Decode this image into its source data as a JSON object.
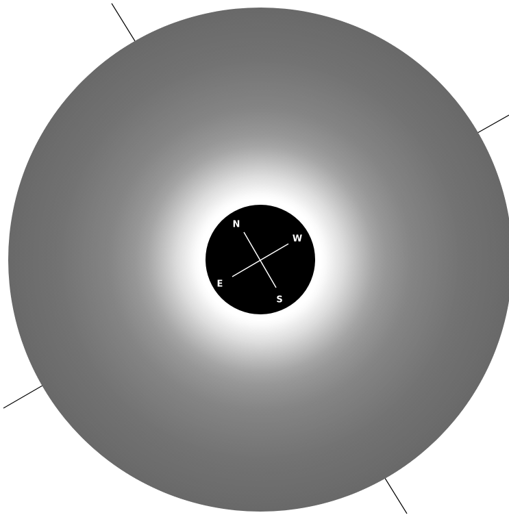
{
  "colors": {
    "background": "#ffffff",
    "disk": "#000000",
    "corona_inner": "#ffffff",
    "corona_outer": "#7a7a7a",
    "axis_lines": "#000000",
    "compass_lines": "#ffffff",
    "compass_text": "#ffffff"
  },
  "compass": {
    "north": "N",
    "south": "S",
    "east": "E",
    "west": "W"
  }
}
